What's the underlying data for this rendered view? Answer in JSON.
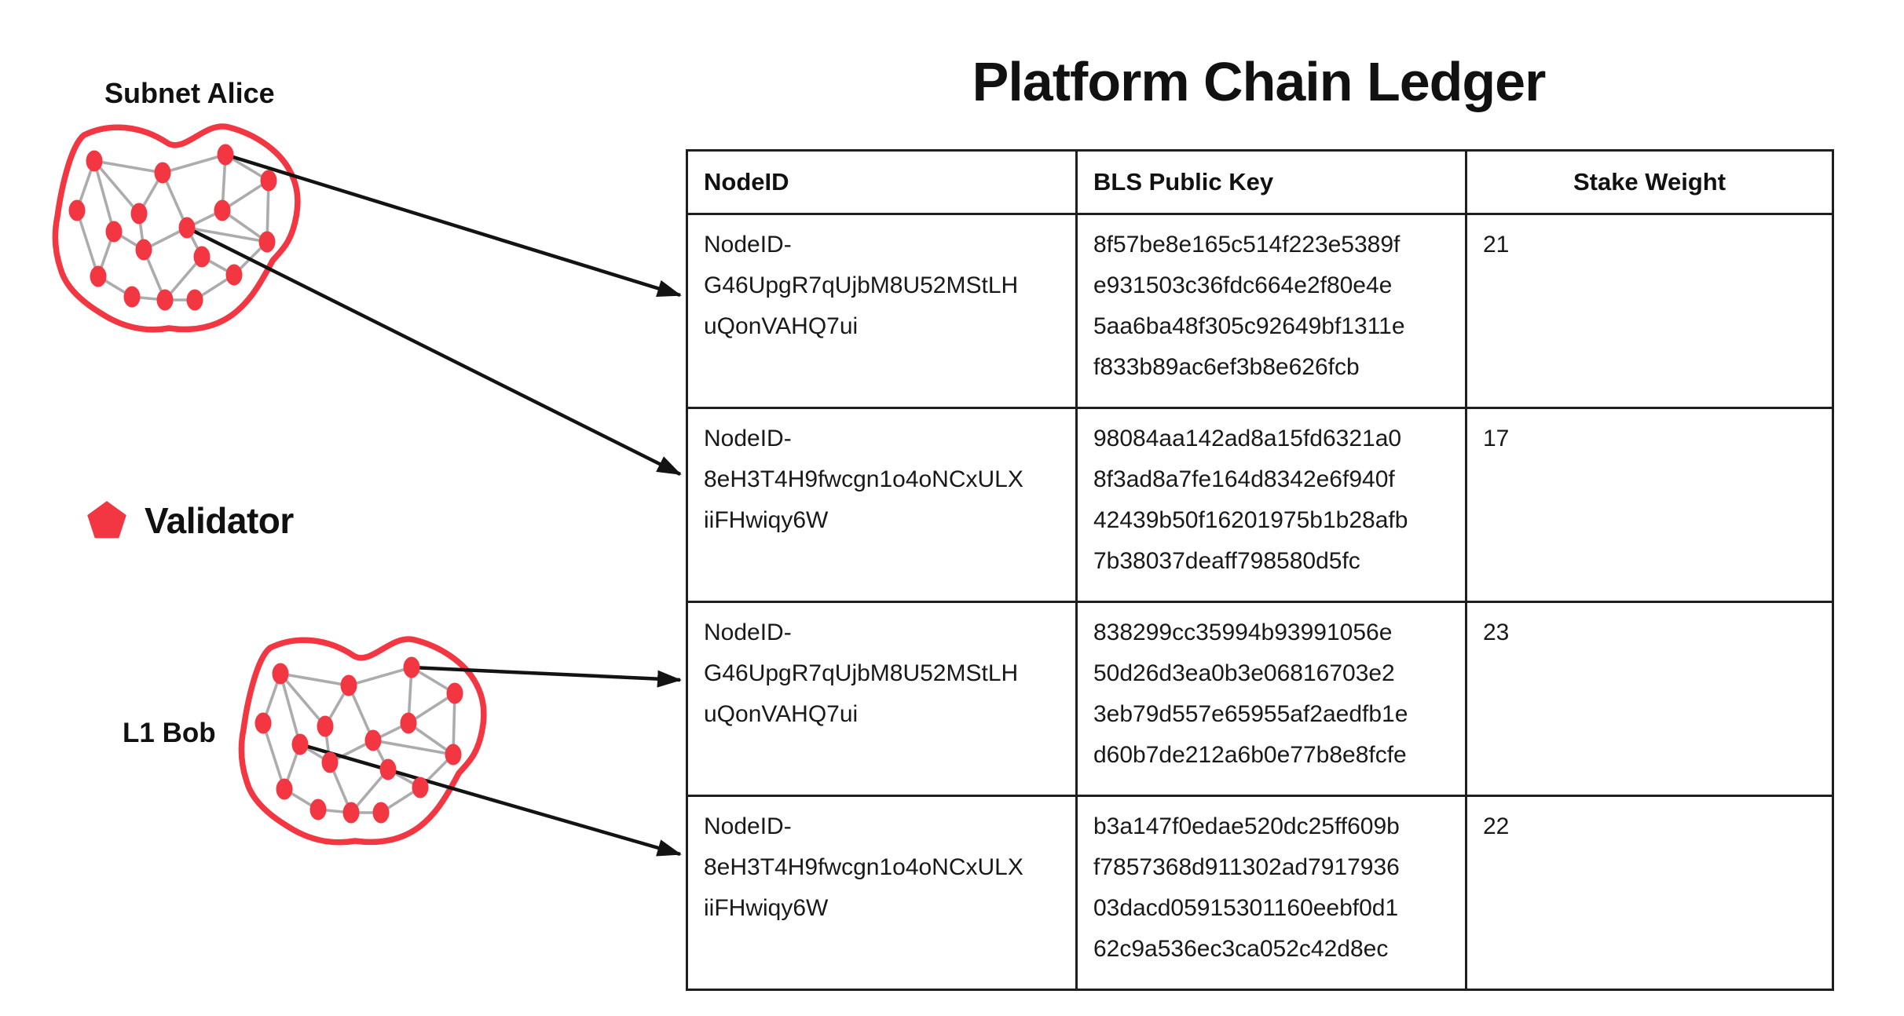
{
  "title": "Platform Chain Ledger",
  "diagram": {
    "subnet_alice_label": "Subnet Alice",
    "l1_bob_label": "L1 Bob",
    "legend_label": "Validator",
    "colors": {
      "validator_red": "#F23642",
      "edge_gray": "#ACACAC",
      "arrow_black": "#131313"
    }
  },
  "table": {
    "headers": [
      "NodeID",
      "BLS Public Key",
      "Stake Weight"
    ],
    "rows": [
      {
        "node_id": "NodeID-\nG46UpgR7qUjbM8U52MStLH\nuQonVAHQ7ui",
        "bls_public_key": "8f57be8e165c514f223e5389f\ne931503c36fdc664e2f80e4e\n5aa6ba48f305c92649bf1311e\nf833b89ac6ef3b8e626fcb",
        "stake_weight": "21"
      },
      {
        "node_id": "NodeID-\n8eH3T4H9fwcgn1o4oNCxULX\niiFHwiqy6W",
        "bls_public_key": "98084aa142ad8a15fd6321a0\n8f3ad8a7fe164d8342e6f940f\n42439b50f16201975b1b28afb\n7b38037deaff798580d5fc",
        "stake_weight": "17"
      },
      {
        "node_id": "NodeID-\nG46UpgR7qUjbM8U52MStLH\nuQonVAHQ7ui",
        "bls_public_key": "838299cc35994b93991056e\n50d26d3ea0b3e06816703e2\n3eb79d557e65955af2aedfb1e\nd60b7de212a6b0e77b8e8fcfe",
        "stake_weight": "23"
      },
      {
        "node_id": "NodeID-\n8eH3T4H9fwcgn1o4oNCxULX\niiFHwiqy6W",
        "bls_public_key": "b3a147f0edae520dc25ff609b\nf7857368d911302ad7917936\n03dacd05915301160eebf0d1\n62c9a536ec3ca052c42d8ec",
        "stake_weight": "22"
      }
    ]
  }
}
